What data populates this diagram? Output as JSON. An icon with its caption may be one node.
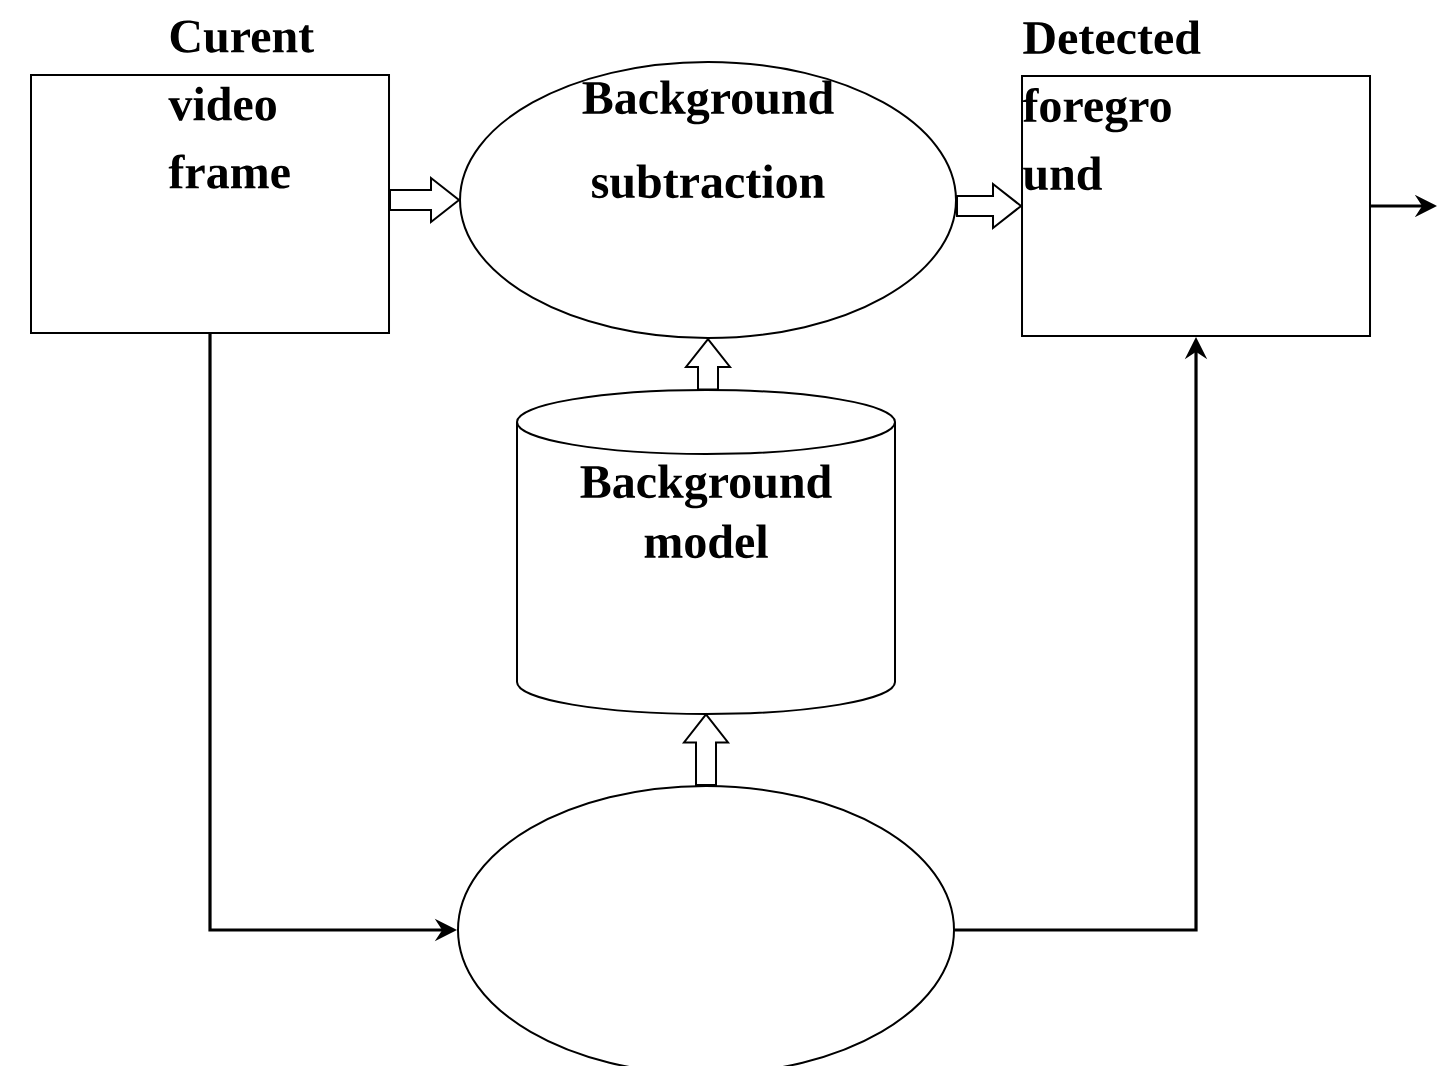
{
  "diagram": {
    "nodes": [
      {
        "text": [
          "Curent video frame"
        ]
      },
      {
        "text": [
          "Background subtraction"
        ]
      },
      {
        "text": [
          "Detected foregro und"
        ]
      },
      {
        "text": [
          "Background model"
        ]
      },
      {
        "text": [],
        "shape": "ellipse"
      }
    ],
    "edges": [
      {
        "from": 0,
        "to": 1,
        "arrow": "to"
      },
      {
        "from": 1,
        "to": 2,
        "arrow": "to"
      },
      {
        "from": 3,
        "to": 1,
        "arrow": "to"
      },
      {
        "from": 4,
        "to": 3,
        "arrow": "to"
      },
      {
        "from": 0,
        "to": 4,
        "arrow": "to"
      },
      {
        "from": 4,
        "to": 2,
        "arrow": "to"
      },
      {
        "from": 2,
        "to": null,
        "arrow": "to"
      }
    ]
  }
}
